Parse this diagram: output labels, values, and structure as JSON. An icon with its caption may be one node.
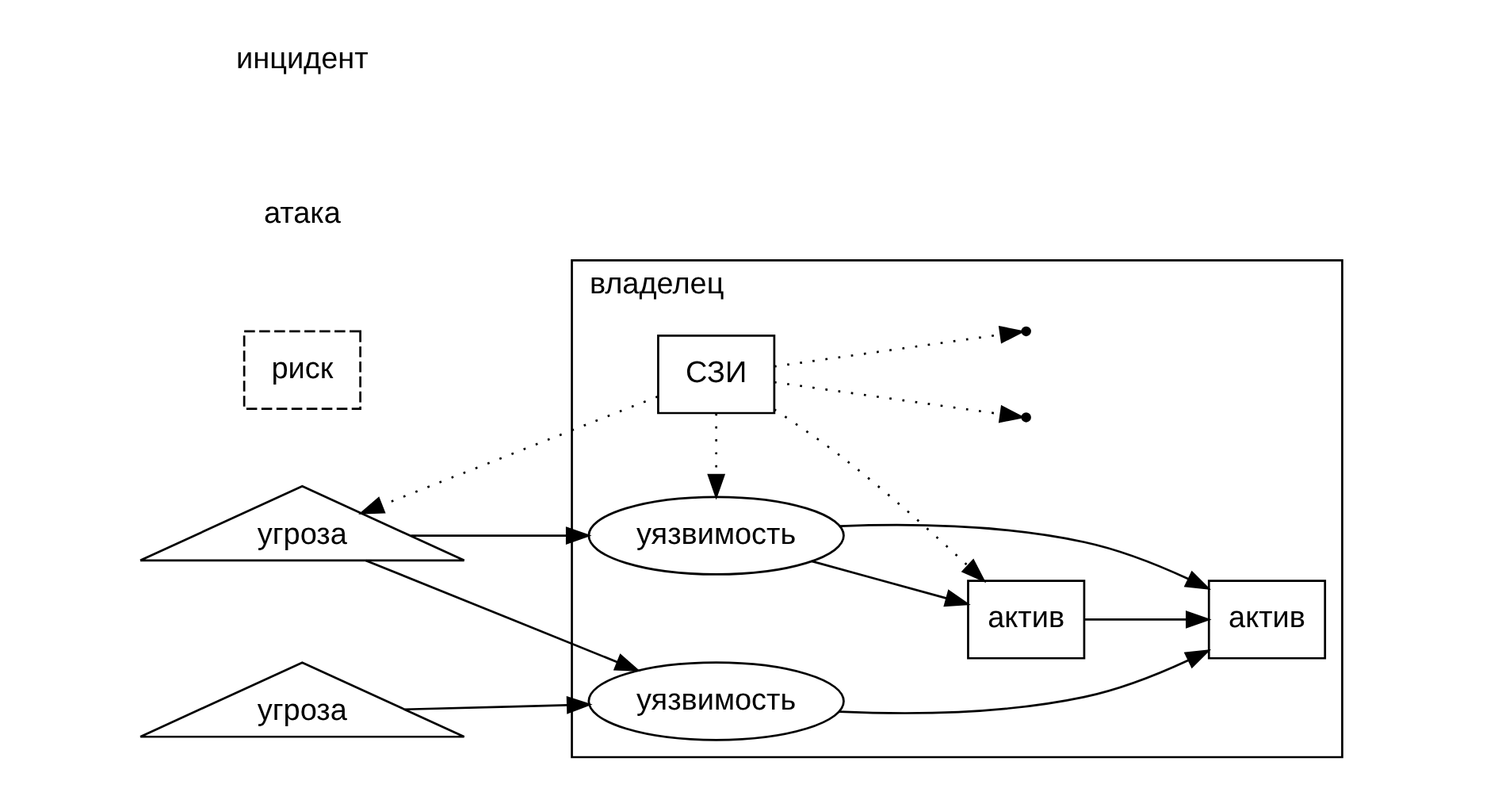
{
  "diagram": {
    "nodes": [
      {
        "text": [
          "владелец"
        ]
      },
      {
        "text": [
          "СЗИ"
        ],
        "in": 0
      },
      {
        "text": [
          "риск"
        ]
      },
      {
        "text": [
          "угроза"
        ]
      },
      {
        "text": [
          "угроза"
        ]
      },
      {
        "text": [
          "уязвимость"
        ],
        "in": 0
      },
      {
        "text": [
          "уязвимость"
        ],
        "in": 0
      },
      {
        "text": [
          "актив"
        ],
        "in": 0
      },
      {
        "text": [
          "актив"
        ],
        "in": 0
      }
    ],
    "edges": [
      {
        "from": 1,
        "to": 3,
        "arrow": "to",
        "style": "dashed"
      },
      {
        "from": 1,
        "to": null,
        "arrow": "to",
        "style": "dashed"
      },
      {
        "from": 1,
        "to": 5,
        "arrow": "to",
        "style": "dashed"
      },
      {
        "from": 1,
        "to": null,
        "arrow": "to",
        "style": "dashed"
      },
      {
        "from": 1,
        "to": 7,
        "arrow": "to",
        "style": "dashed"
      },
      {
        "from": 3,
        "to": 5,
        "arrow": "to"
      },
      {
        "from": 3,
        "to": 6,
        "arrow": "to"
      },
      {
        "from": 4,
        "to": 6,
        "arrow": "to"
      },
      {
        "from": 5,
        "to": 7,
        "arrow": "to"
      },
      {
        "from": 5,
        "to": 8,
        "arrow": "to"
      },
      {
        "from": 6,
        "to": 8,
        "arrow": "to"
      },
      {
        "from": 7,
        "to": 8,
        "arrow": "to"
      }
    ],
    "labels": [
      "атака",
      "инцидент"
    ]
  }
}
